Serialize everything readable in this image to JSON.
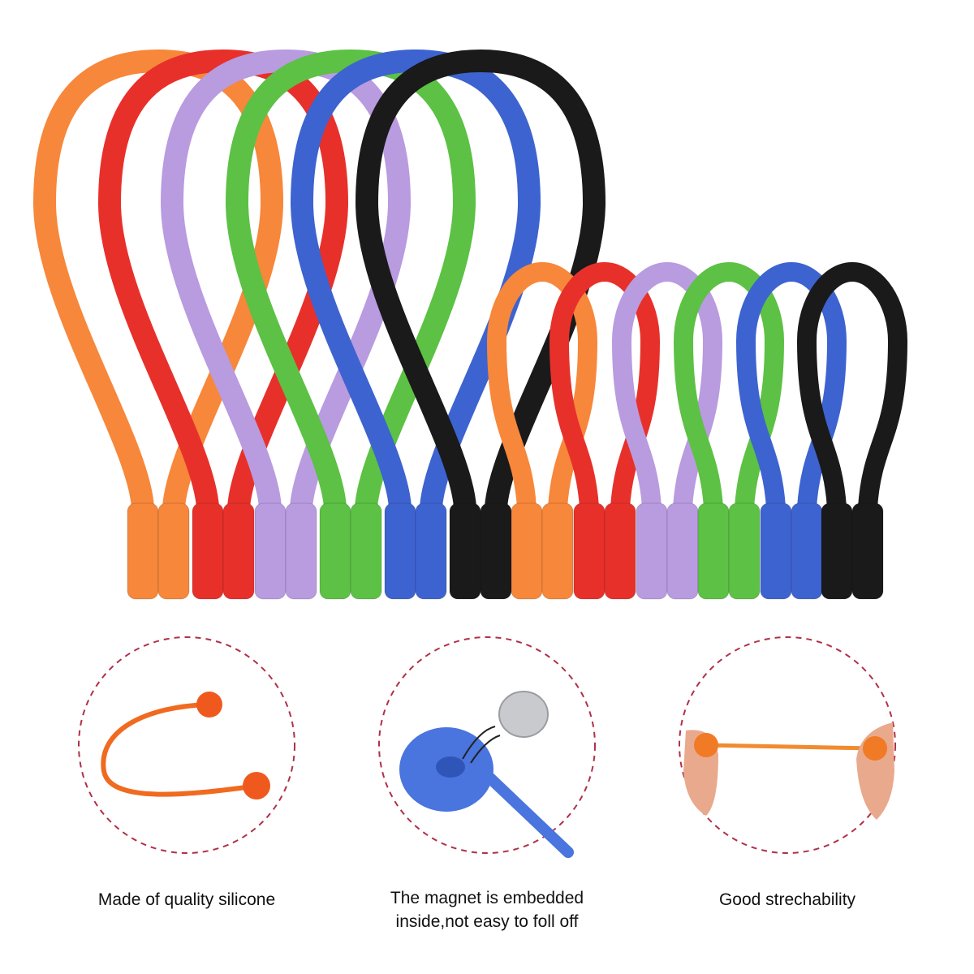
{
  "product": {
    "colors": [
      "#f7873a",
      "#e8302a",
      "#b99be0",
      "#5cc144",
      "#3d63d0",
      "#1a1a1a"
    ],
    "large_ties_count": 6,
    "small_ties_count": 6
  },
  "features": [
    {
      "icon": "silicone-tie-icon",
      "lines": [
        "Made of quality silicone"
      ]
    },
    {
      "icon": "embedded-magnet-icon",
      "lines": [
        "The magnet is embedded",
        "inside,not easy to foll off"
      ]
    },
    {
      "icon": "stretch-hands-icon",
      "lines": [
        "Good strechability"
      ]
    }
  ],
  "accents": {
    "dashed_circle": "#b03048",
    "magnet": "#c9cace",
    "blue_tie": "#4a74de",
    "orange_tie": "#f06a20",
    "skin": "#e9a98c"
  }
}
